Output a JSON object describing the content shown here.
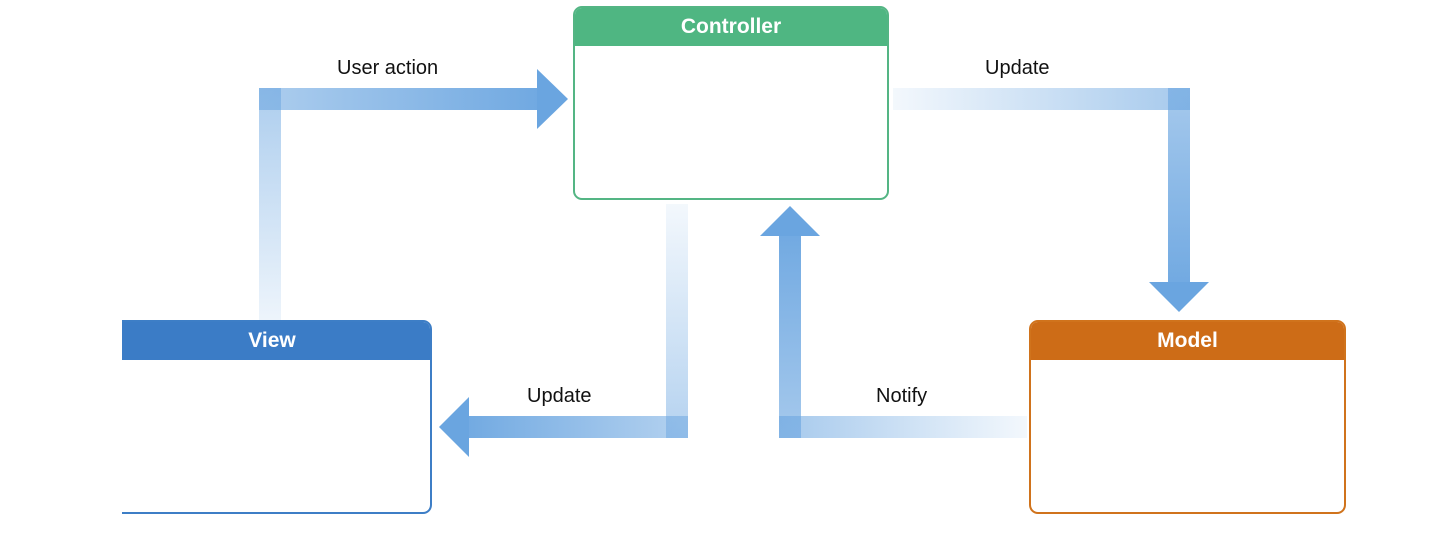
{
  "nodes": {
    "controller": {
      "title": "Controller",
      "color": "#4fb682"
    },
    "view": {
      "title": "View",
      "color": "#3b7cc6"
    },
    "model": {
      "title": "Model",
      "color": "#cd6c17"
    }
  },
  "edges": {
    "user_action": {
      "label": "User action",
      "from": "View",
      "to": "Controller"
    },
    "update_model": {
      "label": "Update",
      "from": "Controller",
      "to": "Model"
    },
    "update_view": {
      "label": "Update",
      "from": "Controller",
      "to": "View"
    },
    "notify": {
      "label": "Notify",
      "from": "Model",
      "to": "Controller"
    }
  },
  "arrow_color": "#6aa5e0"
}
